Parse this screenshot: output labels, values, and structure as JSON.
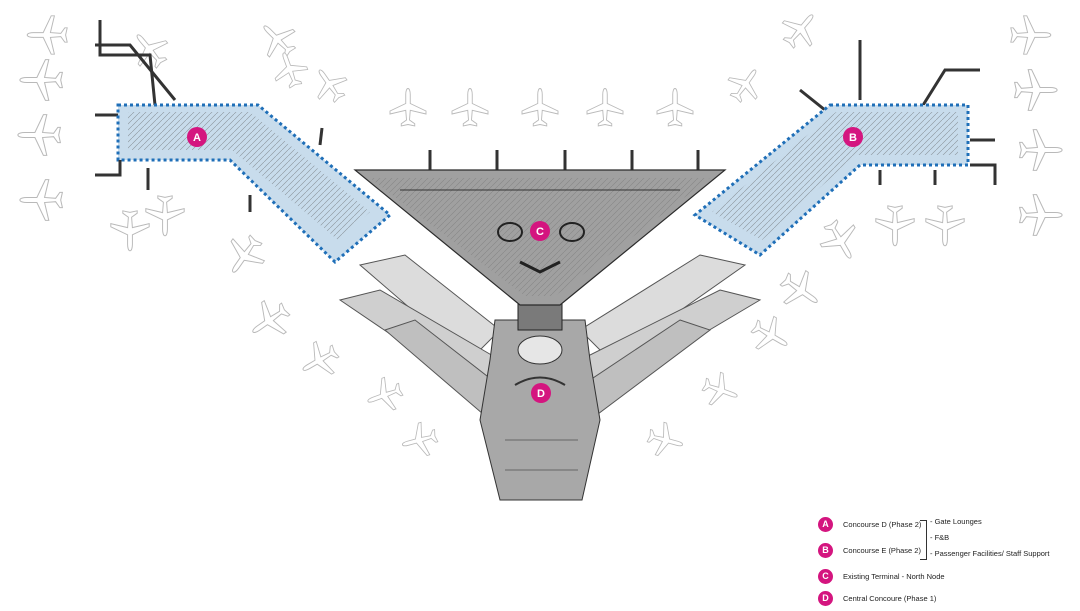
{
  "colors": {
    "marker": "#d4157f",
    "concourse_outline": "#1f6fb8",
    "concourse_fill": "#c8dcec",
    "terminal_fill": "#9d9d9d",
    "plan_line": "#2b2b2b",
    "aircraft_line": "#bdbdbd"
  },
  "markers": [
    {
      "id": "A",
      "letter": "A"
    },
    {
      "id": "B",
      "letter": "B"
    },
    {
      "id": "C",
      "letter": "C"
    },
    {
      "id": "D",
      "letter": "D"
    }
  ],
  "legend": {
    "items": [
      {
        "letter": "A",
        "label": "Concourse D (Phase 2)"
      },
      {
        "letter": "B",
        "label": "Concourse E (Phase 2)"
      },
      {
        "letter": "C",
        "label": "Existing Terminal - North Node"
      },
      {
        "letter": "D",
        "label": "Central Concoure (Phase 1)"
      }
    ],
    "notes": [
      "- Gate Lounges",
      "- F&B",
      "- Passenger Facilities/ Staff Support"
    ]
  }
}
